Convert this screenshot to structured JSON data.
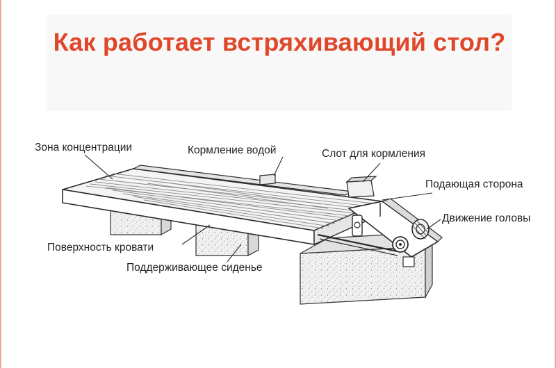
{
  "title": "Как работает встряхивающий стол?",
  "labels": {
    "concentration_zone": "Зона концентрации",
    "water_feeding": "Кормление водой",
    "feeding_slot": "Слот для кормления",
    "feeding_side": "Подающая сторона",
    "head_motion": "Движение головы",
    "bed_surface": "Поверхность кровати",
    "support_seat": "Поддерживающее сиденье"
  },
  "colors": {
    "title": "#e0462a",
    "border": "#e9a8a0",
    "line": "#2a2a2a"
  }
}
